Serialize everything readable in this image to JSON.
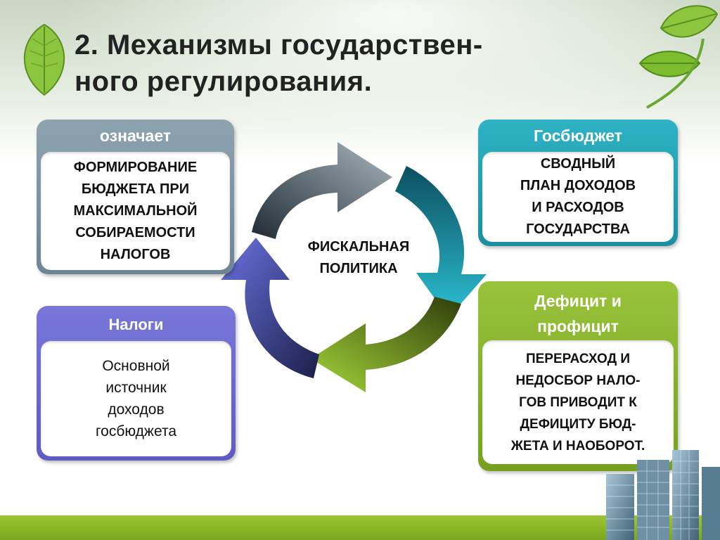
{
  "title": {
    "line1": "2. Механизмы государствен-",
    "line2": "ного регулирования."
  },
  "center": {
    "line1": "ФИСКАЛЬНАЯ",
    "line2": "ПОЛИТИКА"
  },
  "boxes": {
    "top_left": {
      "heading": "означает",
      "lines": [
        "ФОРМИРОВАНИЕ",
        "БЮДЖЕТА ПРИ",
        "МАКСИМАЛЬНОЙ",
        "СОБИРАЕМОСТИ",
        "НАЛОГОВ"
      ]
    },
    "top_right": {
      "heading": "Госбюджет",
      "lines": [
        "СВОДНЫЙ",
        "ПЛАН ДОХОДОВ",
        "И РАСХОДОВ",
        "ГОСУДАРСТВА"
      ]
    },
    "bottom_left": {
      "heading": "Налоги",
      "lines": [
        "Основной",
        "источник",
        "доходов",
        "госбюджета"
      ]
    },
    "bottom_right": {
      "heading_lines": [
        "Дефицит и",
        "профицит"
      ],
      "lines": [
        "ПЕРЕРАСХОД И",
        "НЕДОСБОР НАЛО-",
        "ГОВ ПРИВОДИТ К",
        "ДЕФИЦИТУ БЮД-",
        "ЖЕТА И НАОБОРОТ."
      ]
    }
  },
  "colors": {
    "arrow_gray": "#8a9aa2",
    "arrow_teal": "#1c9fb2",
    "arrow_green": "#8fbf2a",
    "arrow_blue": "#5a62c8",
    "bottom_bar": "#8cbc2a"
  }
}
